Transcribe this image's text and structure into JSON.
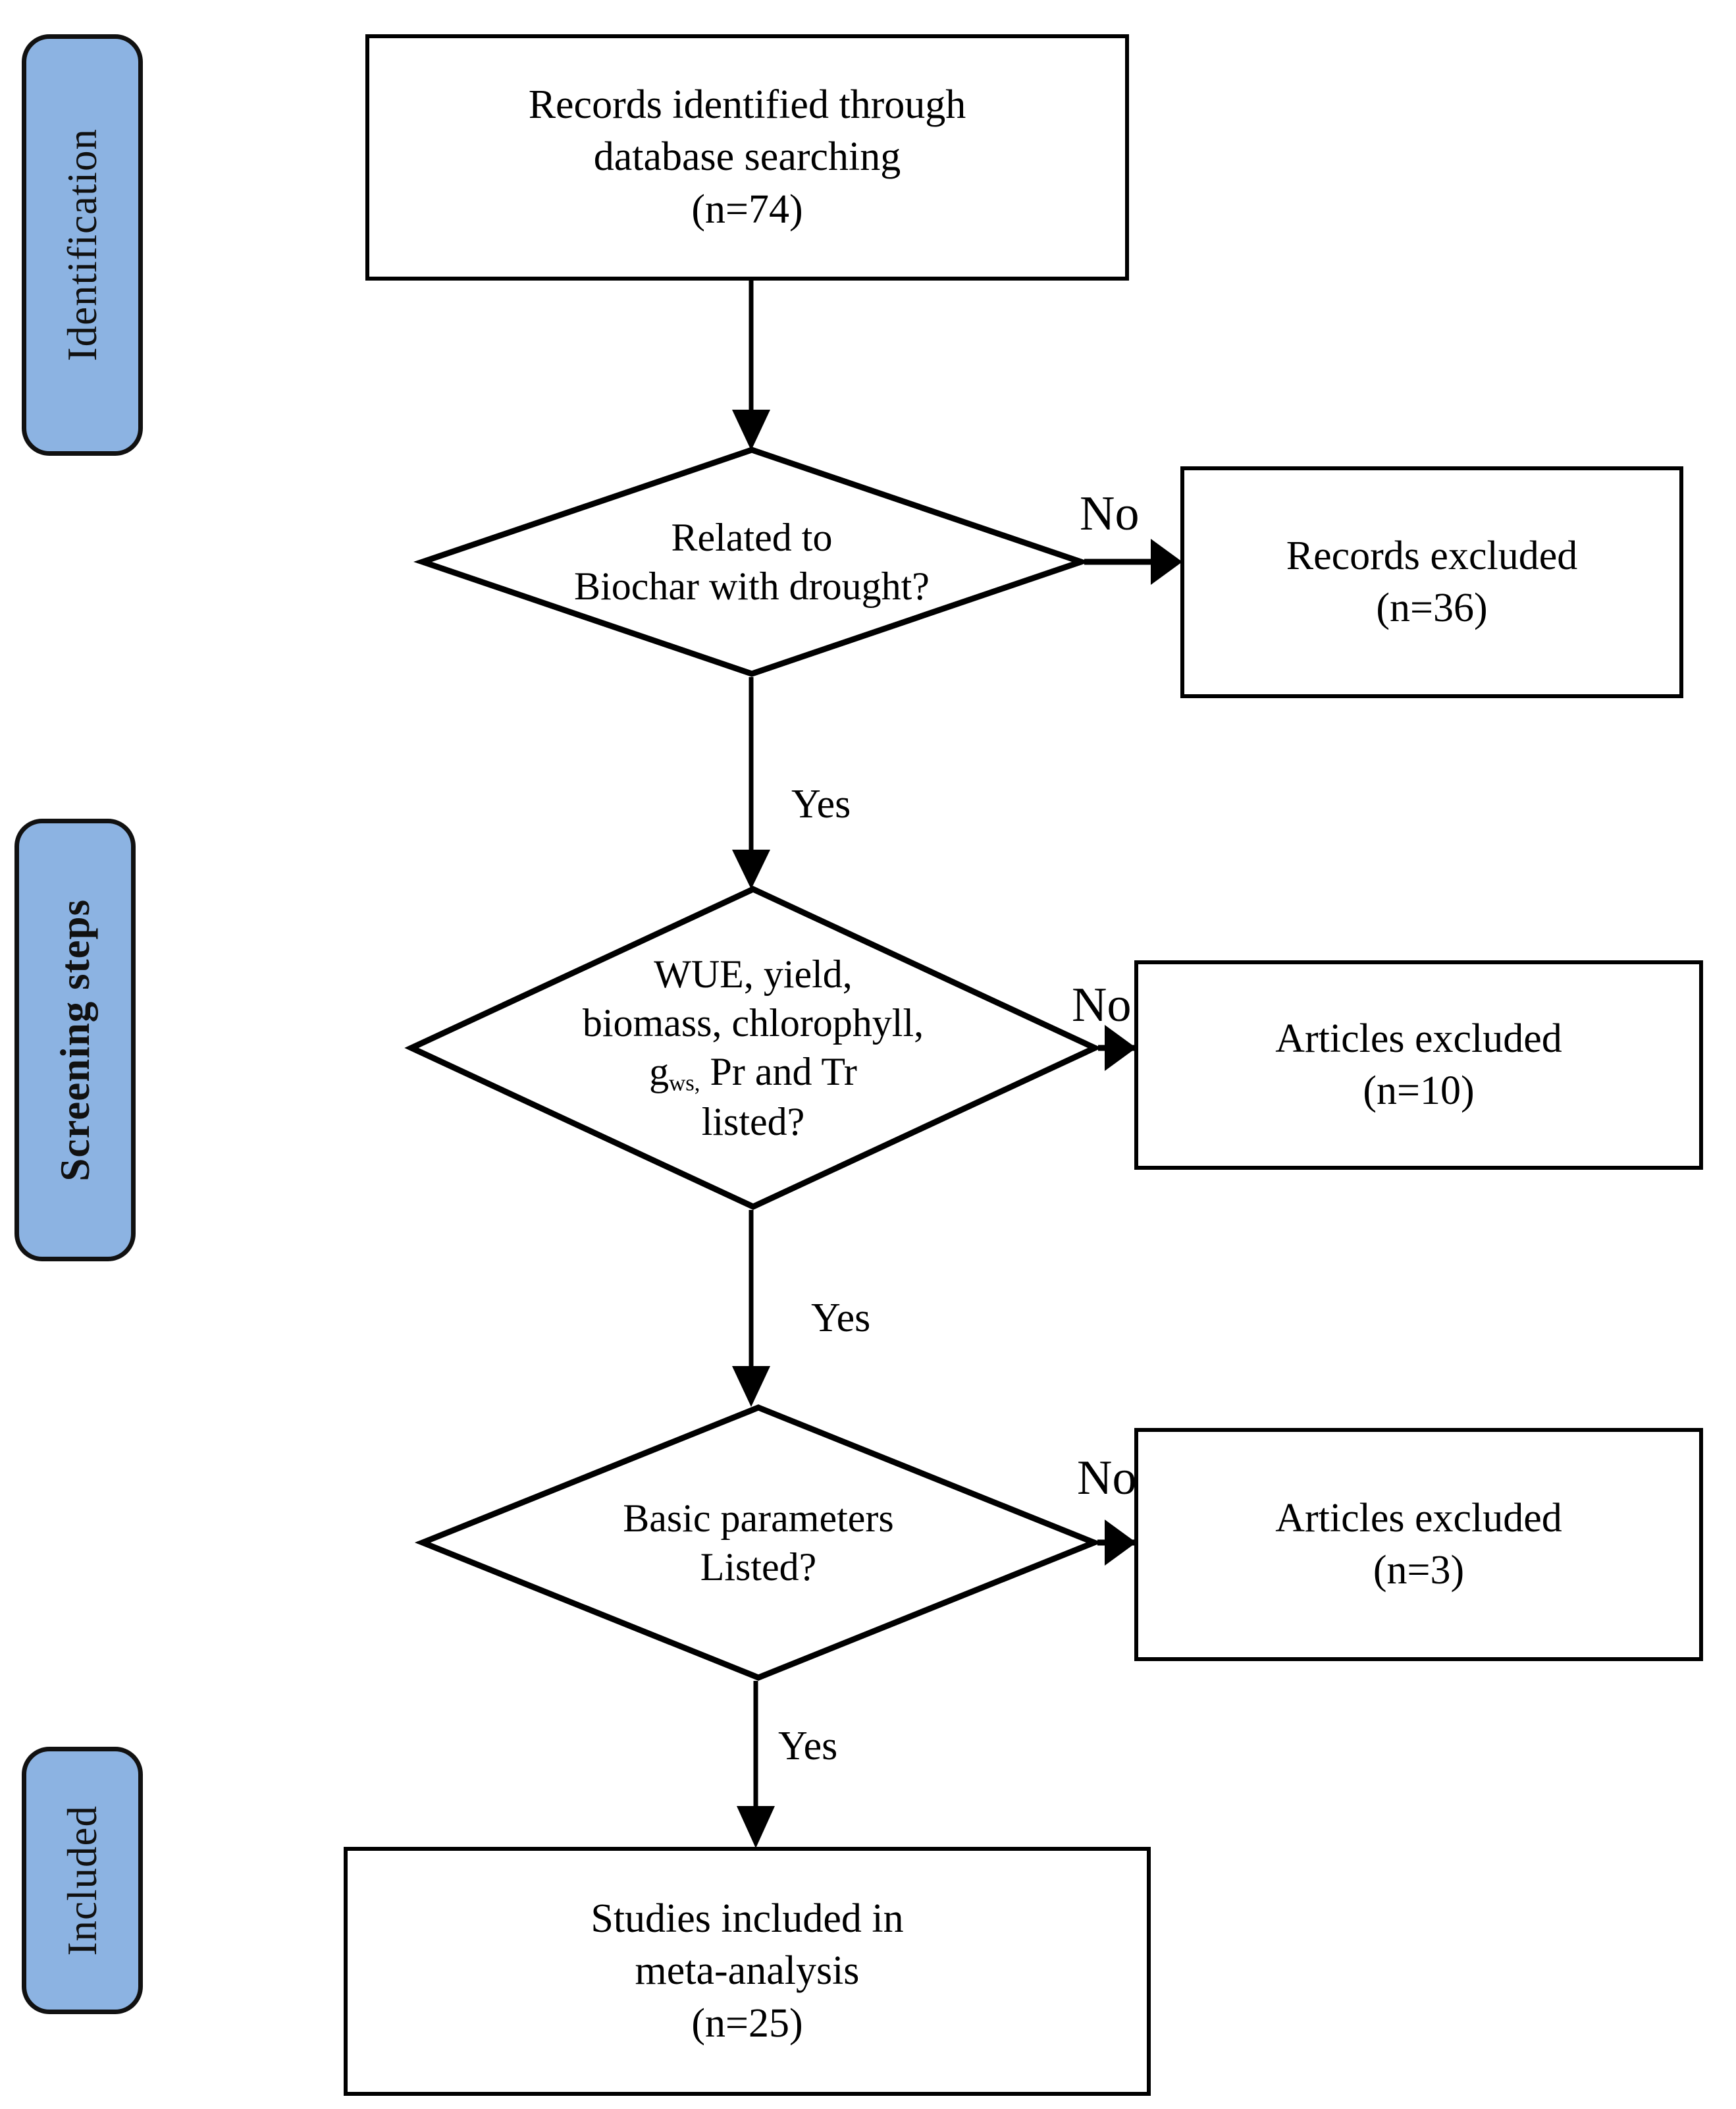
{
  "diagram": {
    "title": "PRISMA study selection flow diagram",
    "colors": {
      "stage_fill": "#8CB3E2",
      "stage_border": "#111111",
      "node_border": "#000000",
      "node_fill": "#FFFFFF",
      "text": "#000000"
    },
    "stages": [
      {
        "id": "identification",
        "label": "Identification",
        "bold": false
      },
      {
        "id": "screening",
        "label": "Screening steps",
        "bold": true
      },
      {
        "id": "included",
        "label": "Included",
        "bold": false
      }
    ],
    "nodes": {
      "identified": {
        "shape": "rectangle",
        "line1": "Records identified through",
        "line2": "database searching",
        "line3": "(n=74)"
      },
      "decision_1": {
        "shape": "diamond",
        "line1": "Related to",
        "line2": "Biochar with drought?"
      },
      "excluded_1": {
        "shape": "rectangle",
        "line1": "Records excluded",
        "line2": "(n=36)"
      },
      "decision_2": {
        "shape": "diamond",
        "line1": "WUE, yield,",
        "line2": "biomass, chlorophyll,",
        "line3_prefix": "g",
        "line3_sub": "ws,",
        "line3_suffix": " Pr and Tr",
        "line4": "listed?"
      },
      "excluded_2": {
        "shape": "rectangle",
        "line1": "Articles excluded",
        "line2": "(n=10)"
      },
      "decision_3": {
        "shape": "diamond",
        "line1": "Basic parameters",
        "line2": "Listed?"
      },
      "excluded_3": {
        "shape": "rectangle",
        "line1": "Articles excluded",
        "line2": "(n=3)"
      },
      "included_final": {
        "shape": "rectangle",
        "line1": "Studies included in",
        "line2": "meta-analysis",
        "line3": "(n=25)"
      }
    },
    "edge_labels": {
      "no_1": "No",
      "no_2": "No",
      "no_3": "No",
      "yes_1": "Yes",
      "yes_2": "Yes",
      "yes_3": "Yes"
    },
    "counts": {
      "identified": 74,
      "excluded_records": 36,
      "excluded_articles_screen2": 10,
      "excluded_articles_screen3": 3,
      "included": 25
    }
  }
}
